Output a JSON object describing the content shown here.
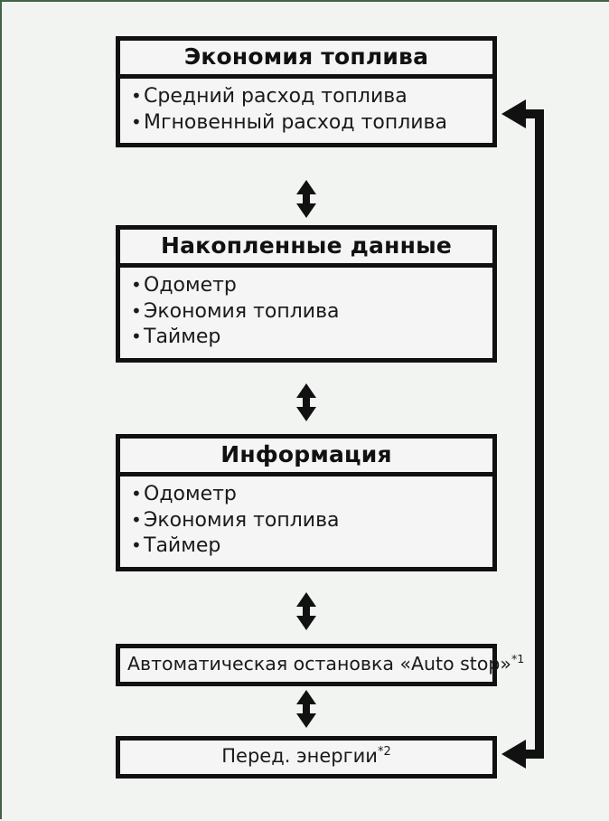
{
  "diagram": {
    "type": "flow",
    "title": "Fuel economy / trip computer menu flow",
    "background_color": "#f2f4f2",
    "frame_border_color": "#43624a",
    "box_border_color": "#111111",
    "box_fill_color": "#f4f5f4",
    "text_color": "#1a1a1a",
    "nodes": [
      {
        "id": "fuel-economy",
        "title": "Экономия топлива",
        "items": [
          "Средний расход топлива",
          "Мгновенный расход топлива"
        ]
      },
      {
        "id": "accumulated-data",
        "title": "Накопленные данные",
        "items": [
          "Одометр",
          "Экономия топлива",
          "Таймер"
        ]
      },
      {
        "id": "information",
        "title": "Информация",
        "items": [
          "Одометр",
          "Экономия топлива",
          "Таймер"
        ]
      },
      {
        "id": "auto-stop",
        "label": "Автоматическая остановка «Auto stop»",
        "footnote": "*1"
      },
      {
        "id": "energy-transfer",
        "label": "Перед. энергии",
        "footnote": "*2"
      }
    ],
    "connectors": [
      {
        "from": "fuel-economy",
        "to": "accumulated-data",
        "style": "double-arrow-vertical"
      },
      {
        "from": "accumulated-data",
        "to": "information",
        "style": "double-arrow-vertical"
      },
      {
        "from": "information",
        "to": "auto-stop",
        "style": "double-arrow-vertical"
      },
      {
        "from": "auto-stop",
        "to": "energy-transfer",
        "style": "double-arrow-vertical"
      },
      {
        "from": "energy-transfer",
        "to": "fuel-economy",
        "style": "loop-right-rail",
        "arrowheads": "both-left"
      }
    ],
    "bullet_glyph": "•"
  }
}
